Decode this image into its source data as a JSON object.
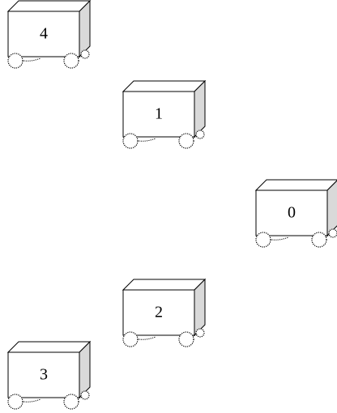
{
  "carts": [
    {
      "label": "4"
    },
    {
      "label": "1"
    },
    {
      "label": "0"
    },
    {
      "label": "2"
    },
    {
      "label": "3"
    }
  ]
}
